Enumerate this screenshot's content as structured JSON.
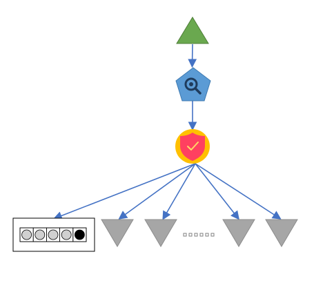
{
  "diagram": {
    "colors": {
      "root": "#6aa84f",
      "root_stroke": "#4e7d37",
      "pentagon": "#5b9bd5",
      "pentagon_stroke": "#3c78b0",
      "magnifier": "#1f3b5c",
      "shield_circle": "#ffc000",
      "shield": "#ff4060",
      "check": "#ffd966",
      "arrow": "#4472c4",
      "leaf": "#a6a6a6",
      "leaf_stroke": "#8c8c8c",
      "slot_fill": "#d0d0d0",
      "slot_filled": "#000000",
      "ellipsis": "#7f7f7f"
    },
    "nodes": [
      {
        "id": "root",
        "icon": "triangle-up-icon"
      },
      {
        "id": "inspect",
        "icon": "magnifier-icon"
      },
      {
        "id": "guard",
        "icon": "shield-check-icon"
      }
    ],
    "queue": {
      "slots": 5,
      "filled_index": 4
    },
    "leaves": 4,
    "ellipsis_marks": 6
  }
}
